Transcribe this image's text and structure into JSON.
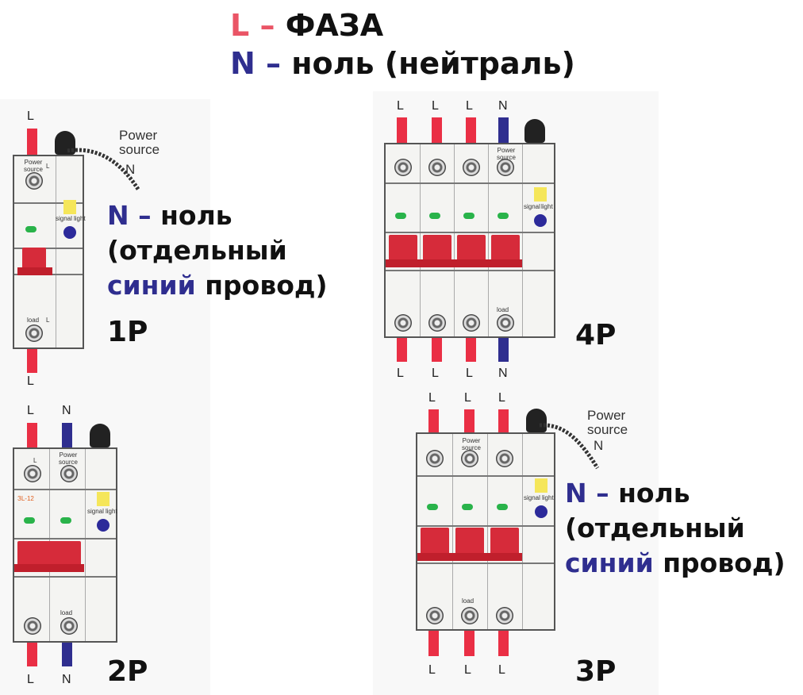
{
  "legend": {
    "phase_letter": "L",
    "phase_dash": "–",
    "phase_text": "ФАЗА",
    "neutral_letter": "N",
    "neutral_dash": "–",
    "neutral_text": "ноль (нейтраль)"
  },
  "note": {
    "letter": "N",
    "dash": "–",
    "line1_rest": "ноль",
    "line2": "(отдельный",
    "blue_word": "синий",
    "line3_rest": "провод)"
  },
  "breakers": {
    "p1": {
      "tag": "1P",
      "top_wire": "L",
      "bottom_wire": "L",
      "ps_line1": "Power",
      "ps_line2": "source",
      "ps_n": "N",
      "inner_top": "Power source",
      "inner_top_l": "L",
      "inner_load": "load",
      "inner_load_l": "L",
      "signal": "signal",
      "light": "light"
    },
    "p2": {
      "tag": "2P",
      "top_wires": [
        "L",
        "N"
      ],
      "bottom_wires": [
        "L",
        "N"
      ],
      "inner_top_l": "L",
      "inner_top_ps": "Power source",
      "inner_load": "load",
      "inner_model": "ЗL-12",
      "signal": "signal",
      "light": "light"
    },
    "p4": {
      "tag": "4P",
      "top_wires": [
        "L",
        "L",
        "L",
        "N"
      ],
      "bottom_wires": [
        "L",
        "L",
        "L",
        "N"
      ],
      "inner_ps": "Power source",
      "inner_load": "load",
      "signal": "signal",
      "light": "light"
    },
    "p3": {
      "tag": "3P",
      "top_wires": [
        "L",
        "L",
        "L"
      ],
      "bottom_wires": [
        "L",
        "L",
        "L"
      ],
      "ps_line1": "Power",
      "ps_line2": "source",
      "ps_n": "N",
      "inner_ps": "Power source",
      "inner_load": "load",
      "signal": "signal",
      "light": "light"
    }
  },
  "colors": {
    "phase": "#ea2f45",
    "neutral": "#2f2e8f",
    "handle": "#d62b3a",
    "led": "#29b34a"
  }
}
